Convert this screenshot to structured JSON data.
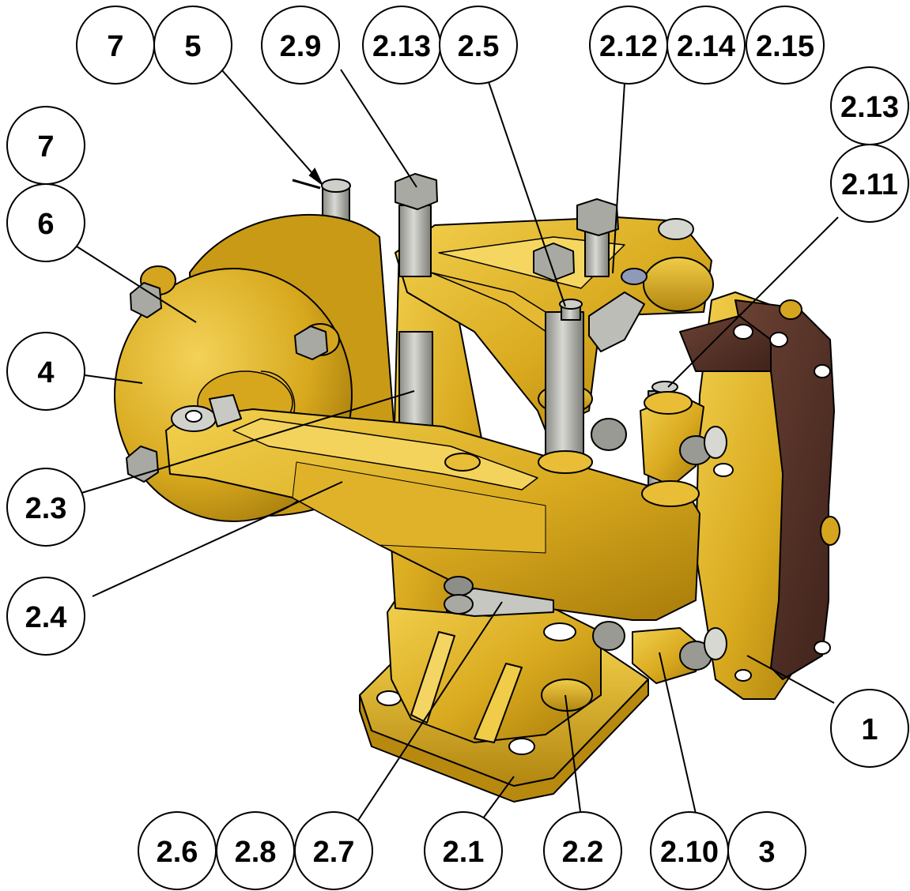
{
  "colors": {
    "body": "#d8aa1e",
    "body_light": "#f0cc48",
    "body_dark": "#a97e0c",
    "steel": "#b8b8b4",
    "steel_dark": "#76766f",
    "pad": "#4f2d24",
    "pad_hole": "#ffffff",
    "outline": "#000000"
  },
  "callouts": {
    "c_7_top": "7",
    "c_5": "5",
    "c_2_9": "2.9",
    "c_2_13_top": "2.13",
    "c_2_5": "2.5",
    "c_2_12": "2.12",
    "c_2_14": "2.14",
    "c_2_15": "2.15",
    "c_2_13_right": "2.13",
    "c_2_11": "2.11",
    "c_7_left": "7",
    "c_6": "6",
    "c_4": "4",
    "c_2_3": "2.3",
    "c_2_4": "2.4",
    "c_1": "1",
    "c_2_6": "2.6",
    "c_2_8": "2.8",
    "c_2_7": "2.7",
    "c_2_1": "2.1",
    "c_2_2": "2.2",
    "c_2_10": "2.10",
    "c_3": "3"
  }
}
